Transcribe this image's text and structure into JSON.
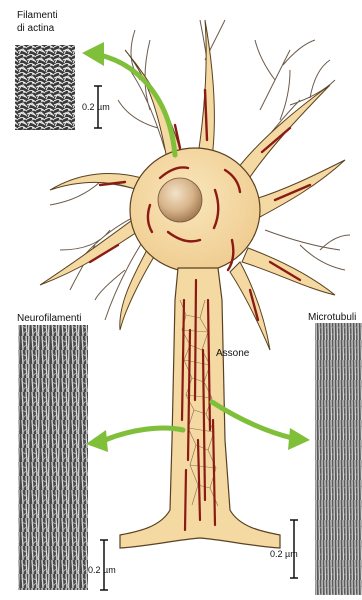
{
  "labels": {
    "actin_line1": "Filamenti",
    "actin_line2": "di actina",
    "neurofilaments": "Neurofilamenti",
    "microtubules": "Microtubuli",
    "axon": "Assone"
  },
  "scale_bars": {
    "actin": "0.2 µm",
    "neurofilaments": "0.2 µm",
    "microtubules": "0.2 µm"
  },
  "colors": {
    "cell_body": "#f4d9a2",
    "cell_outline": "#5a4020",
    "filament": "#8b1a14",
    "nucleus": "#c9a37a",
    "arrow": "#7fbf3a",
    "dendrite_fine": "#6b5a4a"
  }
}
